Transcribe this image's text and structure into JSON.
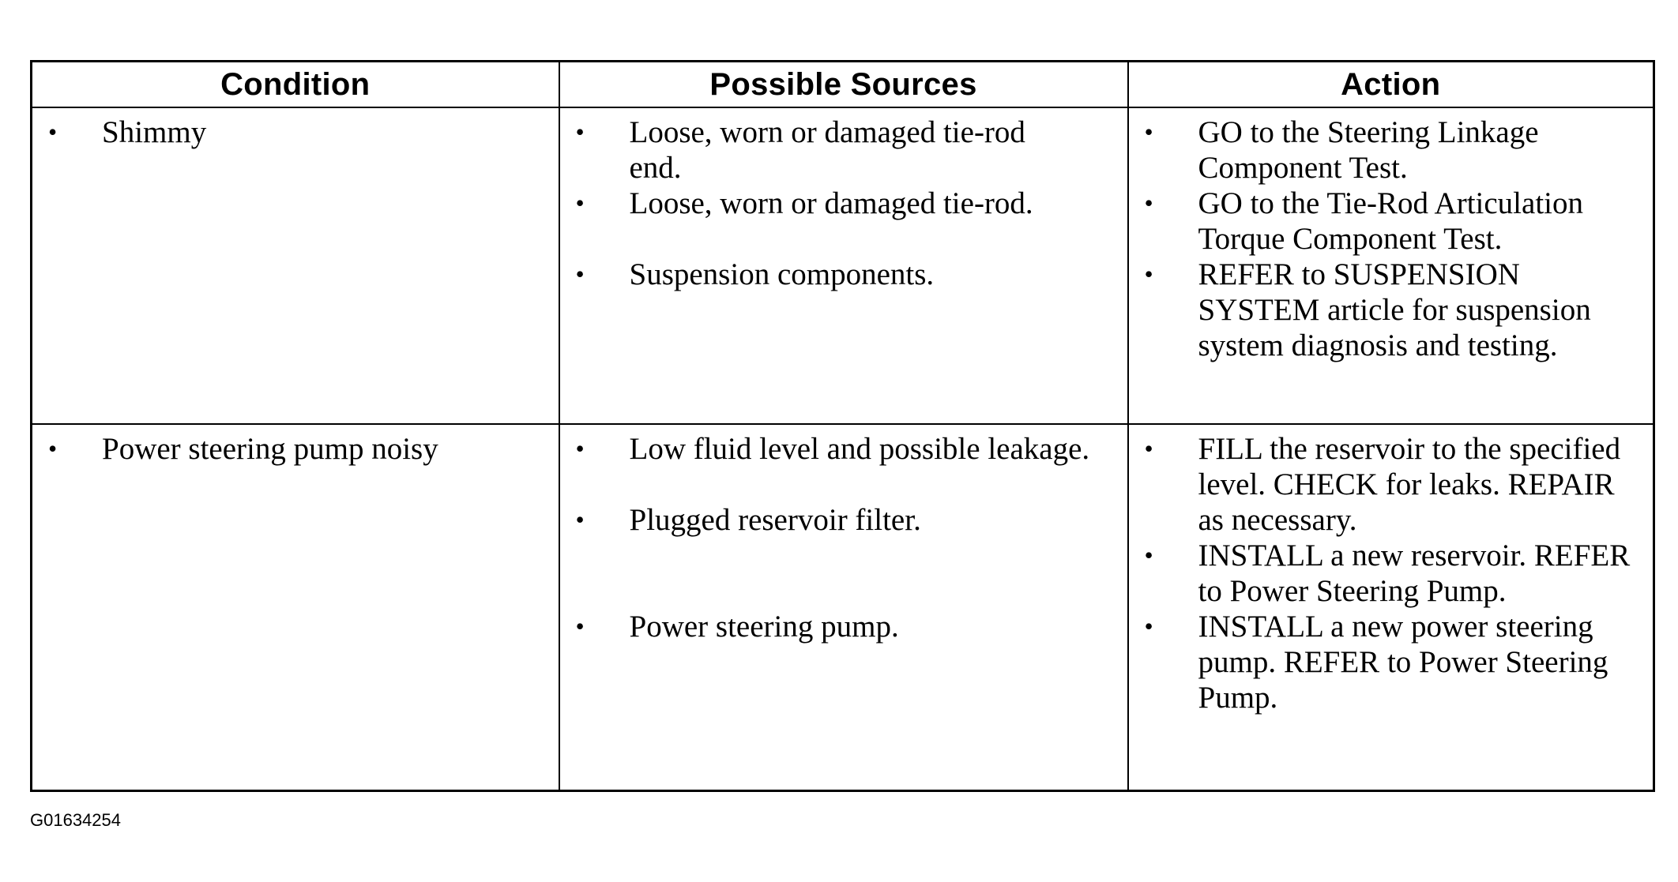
{
  "table": {
    "headers": {
      "condition": "Condition",
      "sources": "Possible Sources",
      "action": "Action"
    },
    "bullet_symbol": "•",
    "rows": [
      {
        "condition": "Shimmy",
        "sources": [
          "Loose, worn or damaged tie-rod end.",
          "Loose, worn or damaged tie-rod.",
          "Suspension components."
        ],
        "actions": [
          "GO to the Steering Linkage Component Test.",
          "GO to the Tie-Rod Articulation Torque Component Test.",
          "REFER to SUSPENSION SYSTEM article for suspension system diagnosis and testing."
        ]
      },
      {
        "condition": "Power steering pump noisy",
        "sources": [
          "Low fluid level and possible leakage.",
          "Plugged reservoir filter.",
          "Power steering pump."
        ],
        "actions": [
          "FILL the reservoir to the specified level. CHECK for leaks. REPAIR as necessary.",
          "INSTALL a new reservoir. REFER to Power Steering Pump.",
          "INSTALL a new power steering pump. REFER to Power Steering Pump."
        ]
      }
    ]
  },
  "figure_id": "G01634254"
}
